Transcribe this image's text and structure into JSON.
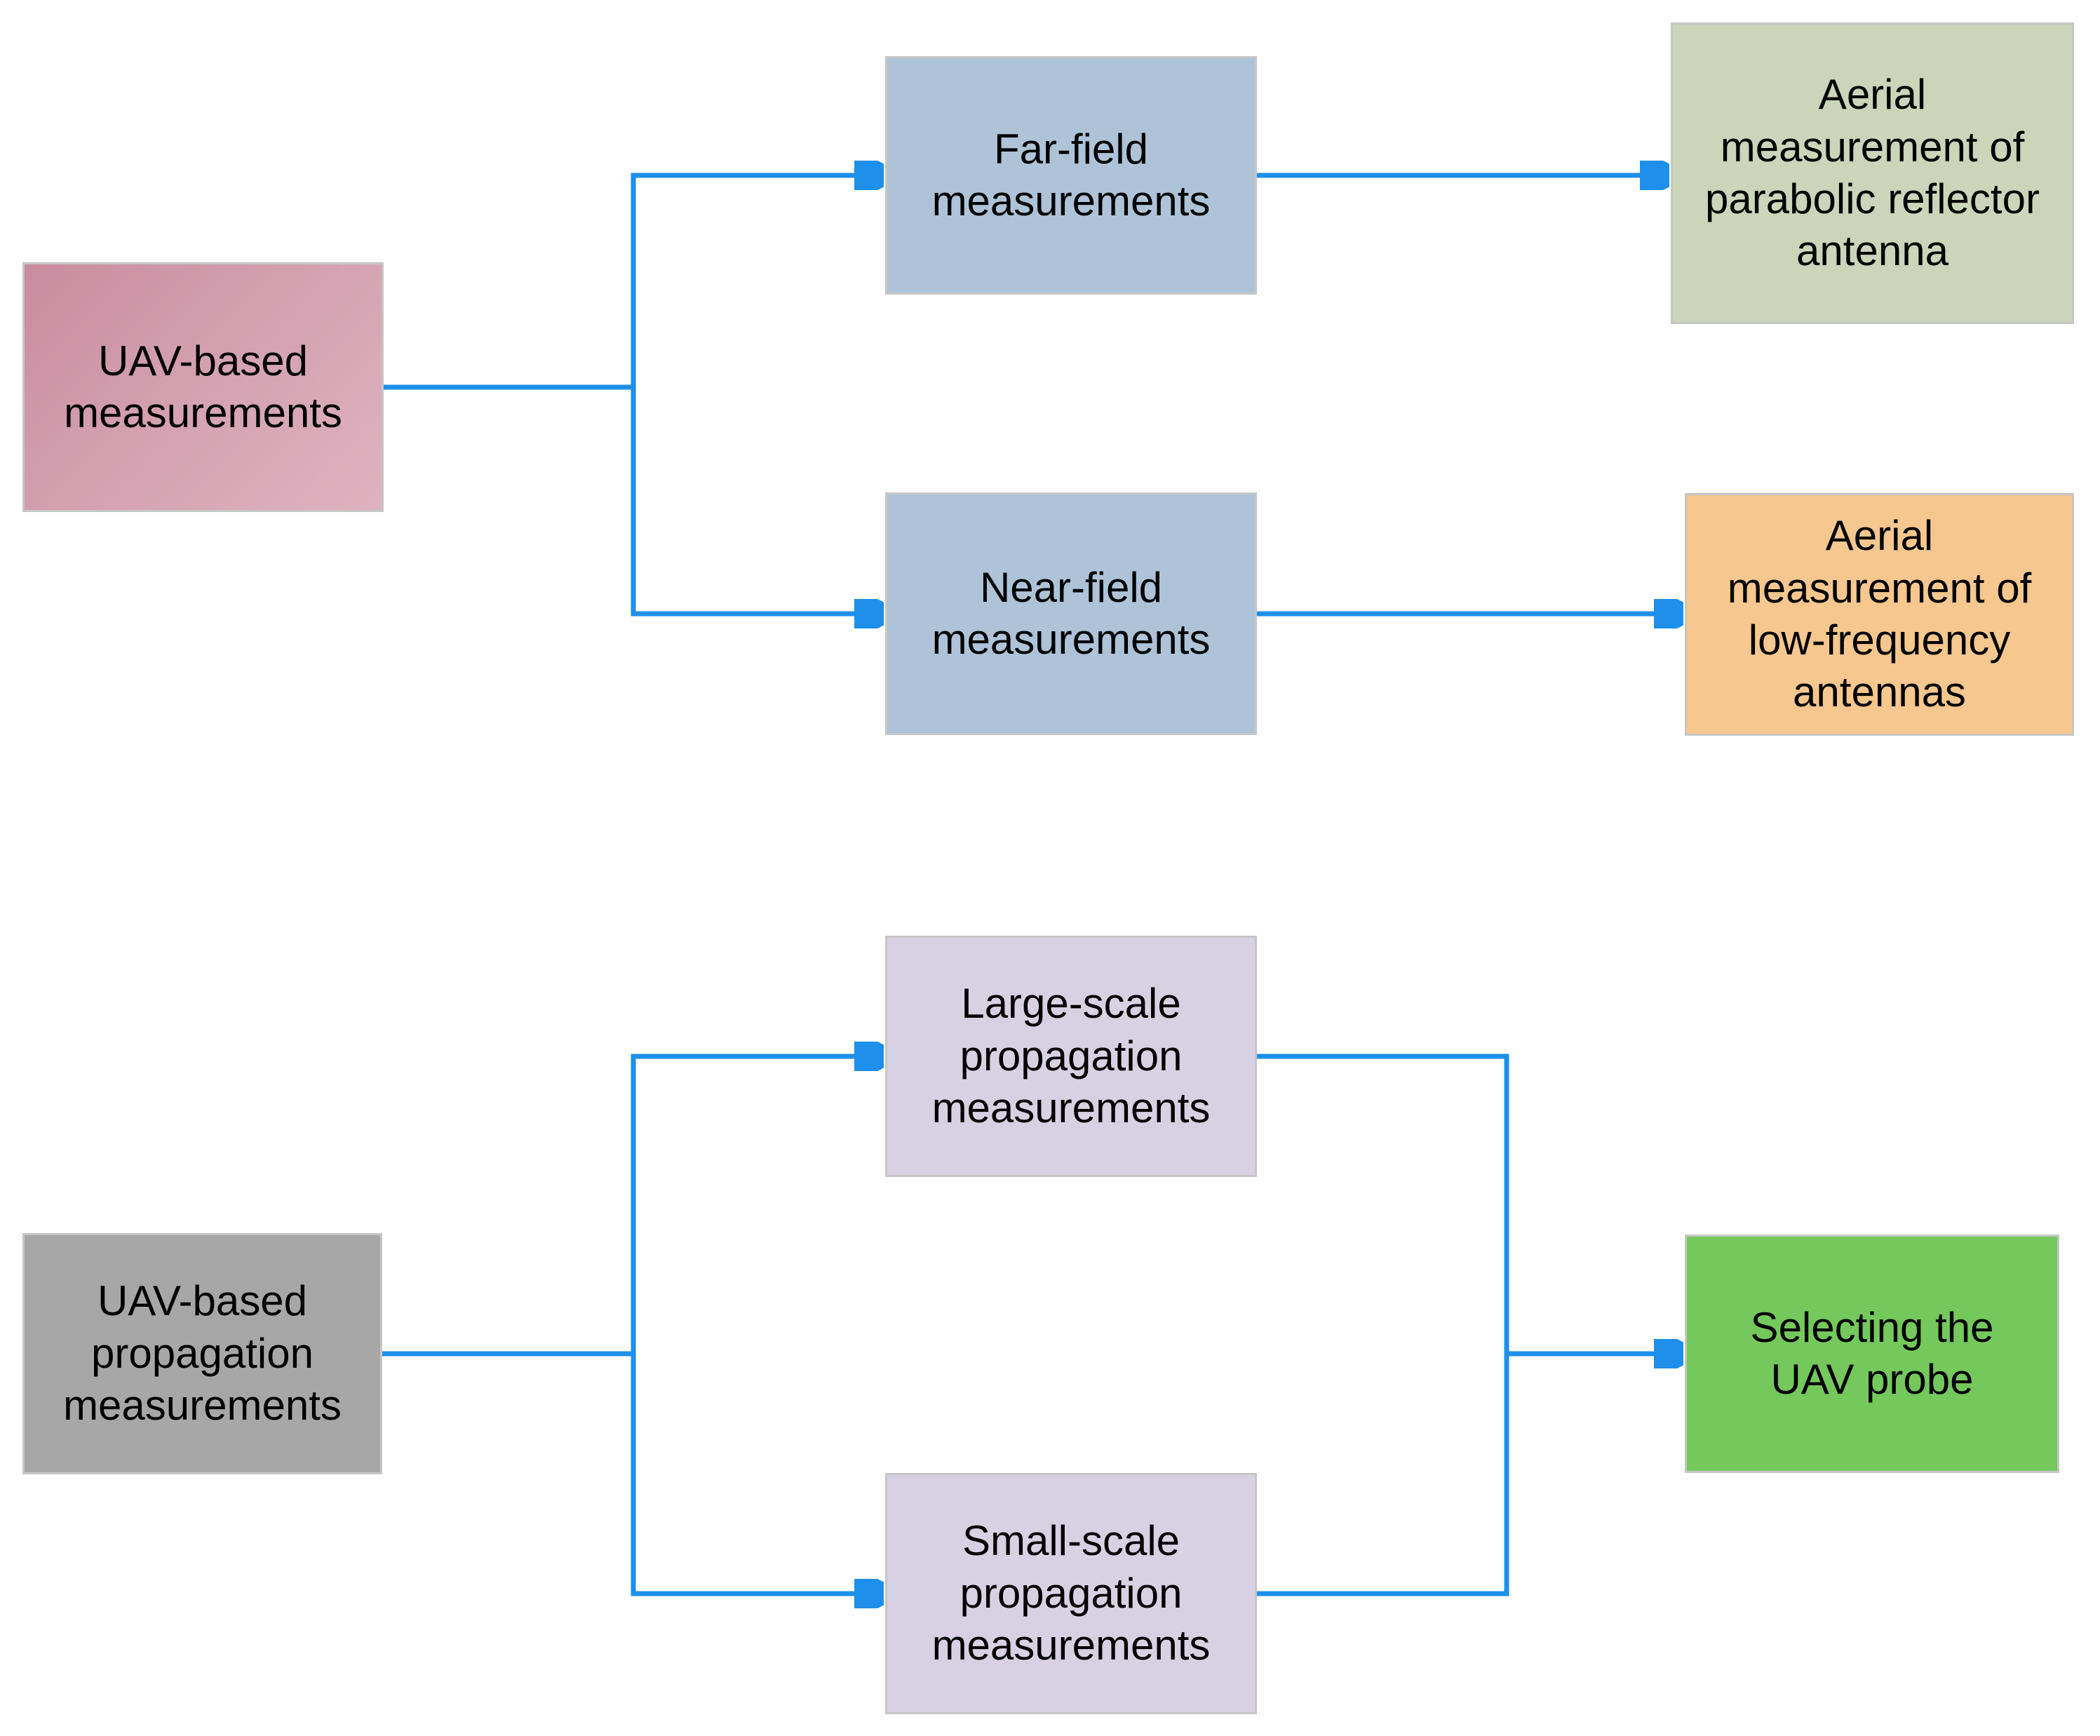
{
  "diagram": {
    "kind": "flowchart",
    "sections": [
      "uav_antenna_measurements",
      "uav_propagation_measurements"
    ],
    "nodes": {
      "uav_measurements": {
        "label": "UAV-based\nmeasurements"
      },
      "far_field": {
        "label": "Far-field\nmeasurements"
      },
      "near_field": {
        "label": "Near-field\nmeasurements"
      },
      "aerial_parabolic": {
        "label": "Aerial\nmeasurement of\nparabolic reflector\nantenna"
      },
      "aerial_low_freq": {
        "label": "Aerial\nmeasurement of\nlow-frequency\nantennas"
      },
      "uav_propagation": {
        "label": "UAV-based\npropagation\nmeasurements"
      },
      "large_scale": {
        "label": "Large-scale\npropagation\nmeasurements"
      },
      "small_scale": {
        "label": "Small-scale\npropagation\nmeasurements"
      },
      "selecting_probe": {
        "label": "Selecting the\nUAV probe"
      }
    },
    "edges": [
      {
        "from": "uav_measurements",
        "to": "far_field"
      },
      {
        "from": "uav_measurements",
        "to": "near_field"
      },
      {
        "from": "far_field",
        "to": "aerial_parabolic"
      },
      {
        "from": "near_field",
        "to": "aerial_low_freq"
      },
      {
        "from": "uav_propagation",
        "to": "large_scale"
      },
      {
        "from": "uav_propagation",
        "to": "small_scale"
      },
      {
        "from": "large_scale",
        "to": "selecting_probe"
      },
      {
        "from": "small_scale",
        "to": "selecting_probe"
      }
    ],
    "colors": {
      "uav_measurements": "#d3a0b0",
      "far_field": "#aec3d8",
      "near_field": "#aec3d8",
      "aerial_parabolic": "#ccd4ba",
      "aerial_low_freq": "#f6c78e",
      "uav_propagation": "#a7a7a7",
      "large_scale": "#d8d1e4",
      "small_scale": "#d8d1e4",
      "selecting_probe": "#74c85c",
      "connector": "#1e8fea",
      "node_border": "#c6c6c6",
      "text": "#000000",
      "background": "#ffffff"
    }
  }
}
